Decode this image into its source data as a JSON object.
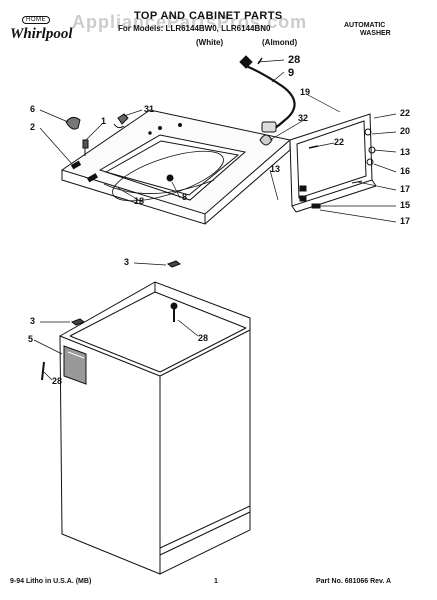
{
  "brand": {
    "logo_text": "Whirlpool",
    "logo_top": "HOME"
  },
  "header": {
    "title": "TOP AND CABINET PARTS",
    "models": "For Models: LLR6144BW0, LLR6144BN0",
    "color_white": "(White)",
    "color_almond": "(Almond)",
    "product_line1": "AUTOMATIC",
    "product_line2": "WASHER"
  },
  "watermark": "AppliancePartsPros.com",
  "callouts": {
    "c28a": "28",
    "c9": "9",
    "c19": "19",
    "c22a": "22",
    "c20": "20",
    "c6": "6",
    "c31": "31",
    "c1": "1",
    "c2": "2",
    "c32": "32",
    "c22b": "22",
    "c13a": "13",
    "c16": "16",
    "c13b": "13",
    "c17a": "17",
    "c15": "15",
    "c17b": "17",
    "c18": "18",
    "c8": "8",
    "c3a": "3",
    "c28b": "28",
    "c3b": "3",
    "c5": "5",
    "c28c": "28"
  },
  "footer": {
    "left": "9-94 Litho in U.S.A. (MB)",
    "page": "1",
    "part_number": "Part No. 681066 Rev. A"
  }
}
